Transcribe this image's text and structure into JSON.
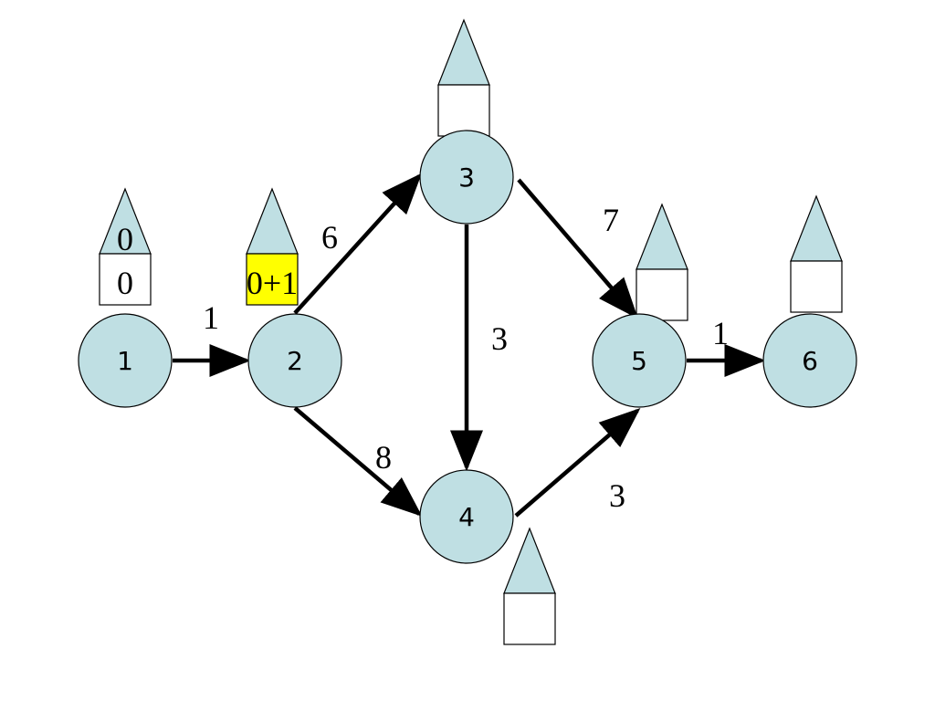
{
  "nodes": [
    {
      "id": "1",
      "label": "1",
      "tri": "0",
      "box": "0",
      "highlight": false
    },
    {
      "id": "2",
      "label": "2",
      "tri": "",
      "box": "0+1",
      "highlight": true
    },
    {
      "id": "3",
      "label": "3",
      "tri": "",
      "box": "",
      "highlight": false
    },
    {
      "id": "4",
      "label": "4",
      "tri": "",
      "box": "",
      "highlight": false
    },
    {
      "id": "5",
      "label": "5",
      "tri": "",
      "box": "",
      "highlight": false
    },
    {
      "id": "6",
      "label": "6",
      "tri": "",
      "box": "",
      "highlight": false
    }
  ],
  "edges": [
    {
      "from": "1",
      "to": "2",
      "weight": "1"
    },
    {
      "from": "2",
      "to": "3",
      "weight": "6"
    },
    {
      "from": "2",
      "to": "4",
      "weight": "8"
    },
    {
      "from": "3",
      "to": "4",
      "weight": "3"
    },
    {
      "from": "3",
      "to": "5",
      "weight": "7"
    },
    {
      "from": "4",
      "to": "5",
      "weight": "3"
    },
    {
      "from": "5",
      "to": "6",
      "weight": "1"
    }
  ],
  "colors": {
    "node_fill": "#bfdfe3",
    "highlight": "#ffff00",
    "stroke": "#000000"
  }
}
